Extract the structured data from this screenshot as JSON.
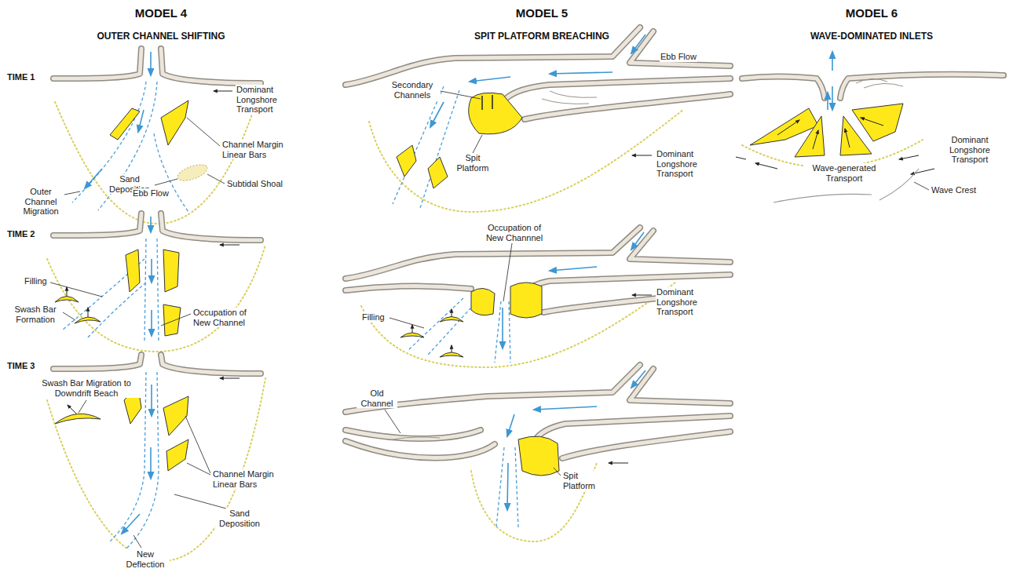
{
  "diagram": {
    "labels": [
      "MODEL 4",
      "OUTER CHANNEL SHIFTING",
      "MODEL 5",
      "SPIT PLATFORM BREACHING",
      "MODEL 6",
      "WAVE-DOMINATED INLETS",
      "TIME 1",
      "TIME 2",
      "TIME 3",
      "Dominant Longshore Transport",
      "Channel Margin Linear Bars",
      "Subtidal Shoal",
      "Sand Deposition",
      "Outer Channel Migration",
      "Ebb Flow",
      "Filling",
      "Swash Bar Formation",
      "Occupation of New Channel",
      "Swash Bar Migration to Downdrift Beach",
      "Channel Margin Linear Bars",
      "Sand Deposition",
      "New Deflection",
      "Ebb Flow",
      "Secondary Channels",
      "Spit Platform",
      "Dominant Longshore Transport",
      "Occupation of New Channnel",
      "Filling",
      "Dominant Longshore Transport",
      "Old Channel",
      "Spit Platform",
      "Dominant Longshore Transport",
      "Wave-generated Transport",
      "Wave Crest"
    ]
  }
}
